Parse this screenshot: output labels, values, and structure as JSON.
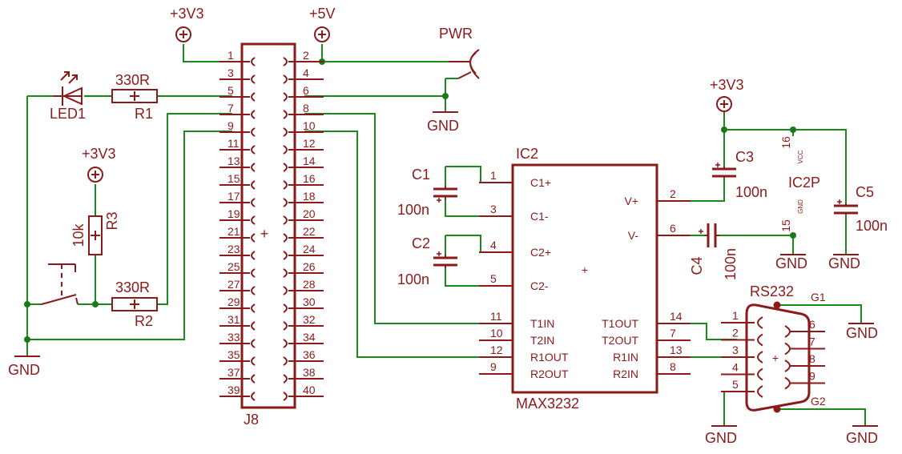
{
  "colors": {
    "component": "#8b1a1a",
    "wire": "#1a8a1a",
    "junction": "#1a7a1a",
    "background": "#ffffff"
  },
  "labels": {
    "p3v3_a": "+3V3",
    "p5v": "+5V",
    "p3v3_b": "+3V3",
    "p3v3_c": "+3V3",
    "pwr": "PWR",
    "gnd_pwr": "GND",
    "gnd_left": "GND",
    "gnd_c4": "GND",
    "gnd_c5": "GND",
    "gnd_rs1": "GND",
    "gnd_rs5": "GND",
    "gnd_rs2": "GND",
    "led": "LED1",
    "r1_val": "330R",
    "r1": "R1",
    "r3_val": "10k",
    "r3": "R3",
    "r2_val": "330R",
    "r2": "R2",
    "j8": "J8",
    "c1": "C1",
    "c1_val": "100n",
    "c2": "C2",
    "c2_val": "100n",
    "c3": "C3",
    "c3_val": "100n",
    "c4": "C4",
    "c4_val": "100n",
    "c5": "C5",
    "c5_val": "100n",
    "ic2": "IC2",
    "max": "MAX3232",
    "ic2p": "IC2P",
    "vcc": "VCC",
    "gnd_small": "GND",
    "p16": "16",
    "p15": "15",
    "rs232": "RS232",
    "g1": "G1",
    "g2": "G2"
  },
  "j8_pins": {
    "left": [
      "1",
      "3",
      "5",
      "7",
      "9",
      "11",
      "13",
      "15",
      "17",
      "19",
      "21",
      "23",
      "25",
      "27",
      "29",
      "31",
      "33",
      "35",
      "37",
      "39"
    ],
    "right": [
      "2",
      "4",
      "6",
      "8",
      "10",
      "12",
      "14",
      "16",
      "18",
      "20",
      "22",
      "24",
      "26",
      "28",
      "30",
      "32",
      "34",
      "36",
      "38",
      "40"
    ]
  },
  "ic2_left": [
    {
      "num": "1",
      "name": "C1+"
    },
    {
      "num": "3",
      "name": "C1-"
    },
    {
      "num": "4",
      "name": "C2+"
    },
    {
      "num": "5",
      "name": "C2-"
    },
    {
      "num": "11",
      "name": "T1IN"
    },
    {
      "num": "10",
      "name": "T2IN"
    },
    {
      "num": "12",
      "name": "R1OUT"
    },
    {
      "num": "9",
      "name": "R2OUT"
    }
  ],
  "ic2_right": [
    {
      "num": "2",
      "name": "V+"
    },
    {
      "num": "6",
      "name": "V-"
    },
    {
      "num": "14",
      "name": "T1OUT"
    },
    {
      "num": "7",
      "name": "T2OUT"
    },
    {
      "num": "13",
      "name": "R1IN"
    },
    {
      "num": "8",
      "name": "R2IN"
    }
  ],
  "rs232_left": [
    "1",
    "2",
    "3",
    "4",
    "5"
  ],
  "rs232_right": [
    "6",
    "7",
    "8",
    "9"
  ]
}
